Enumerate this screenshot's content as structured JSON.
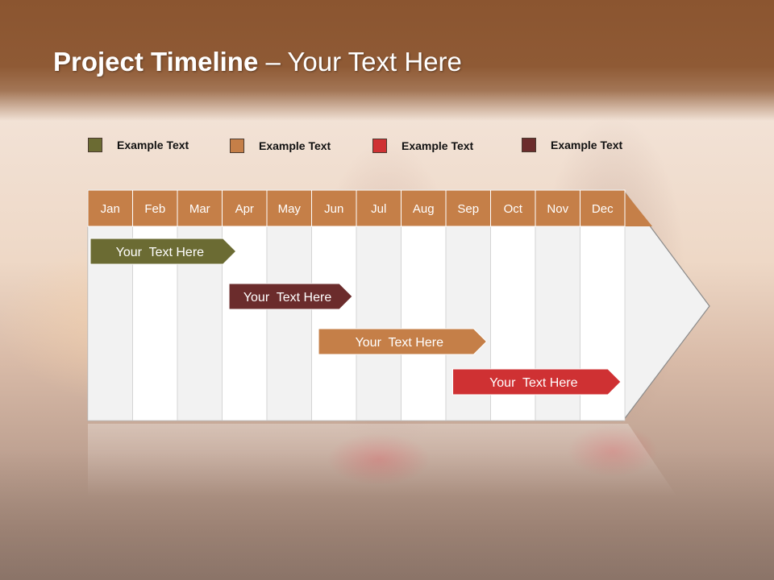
{
  "slide": {
    "title_bold": "Project Timeline",
    "title_rest": " – Your Text Here"
  },
  "colors": {
    "olive": "#6b6b33",
    "orange": "#c57f48",
    "red": "#cf3133",
    "maroon": "#6b2c2c",
    "month_header": "#c57f48",
    "header_band": "#8b5530"
  },
  "legend": [
    {
      "label": "Example Text",
      "color": "#6b6b33"
    },
    {
      "label": "Example Text",
      "color": "#c57f48"
    },
    {
      "label": "Example Text",
      "color": "#cf3133"
    },
    {
      "label": "Example Text",
      "color": "#6b2c2c"
    }
  ],
  "timeline": {
    "months": [
      "Jan",
      "Feb",
      "Mar",
      "Apr",
      "May",
      "Jun",
      "Jul",
      "Aug",
      "Sep",
      "Oct",
      "Nov",
      "Dec"
    ],
    "bars": [
      {
        "label": "Your  Text Here",
        "color": "#6b6b33",
        "start_month": 1,
        "end_month": 4.4
      },
      {
        "label": "Your  Text Here",
        "color": "#6b2c2c",
        "start_month": 4.1,
        "end_month": 7.0
      },
      {
        "label": "Your  Text Here",
        "color": "#c57f48",
        "start_month": 6.1,
        "end_month": 10.0
      },
      {
        "label": "Your  Text Here",
        "color": "#cf3133",
        "start_month": 9.1,
        "end_month": 13.0
      }
    ]
  }
}
